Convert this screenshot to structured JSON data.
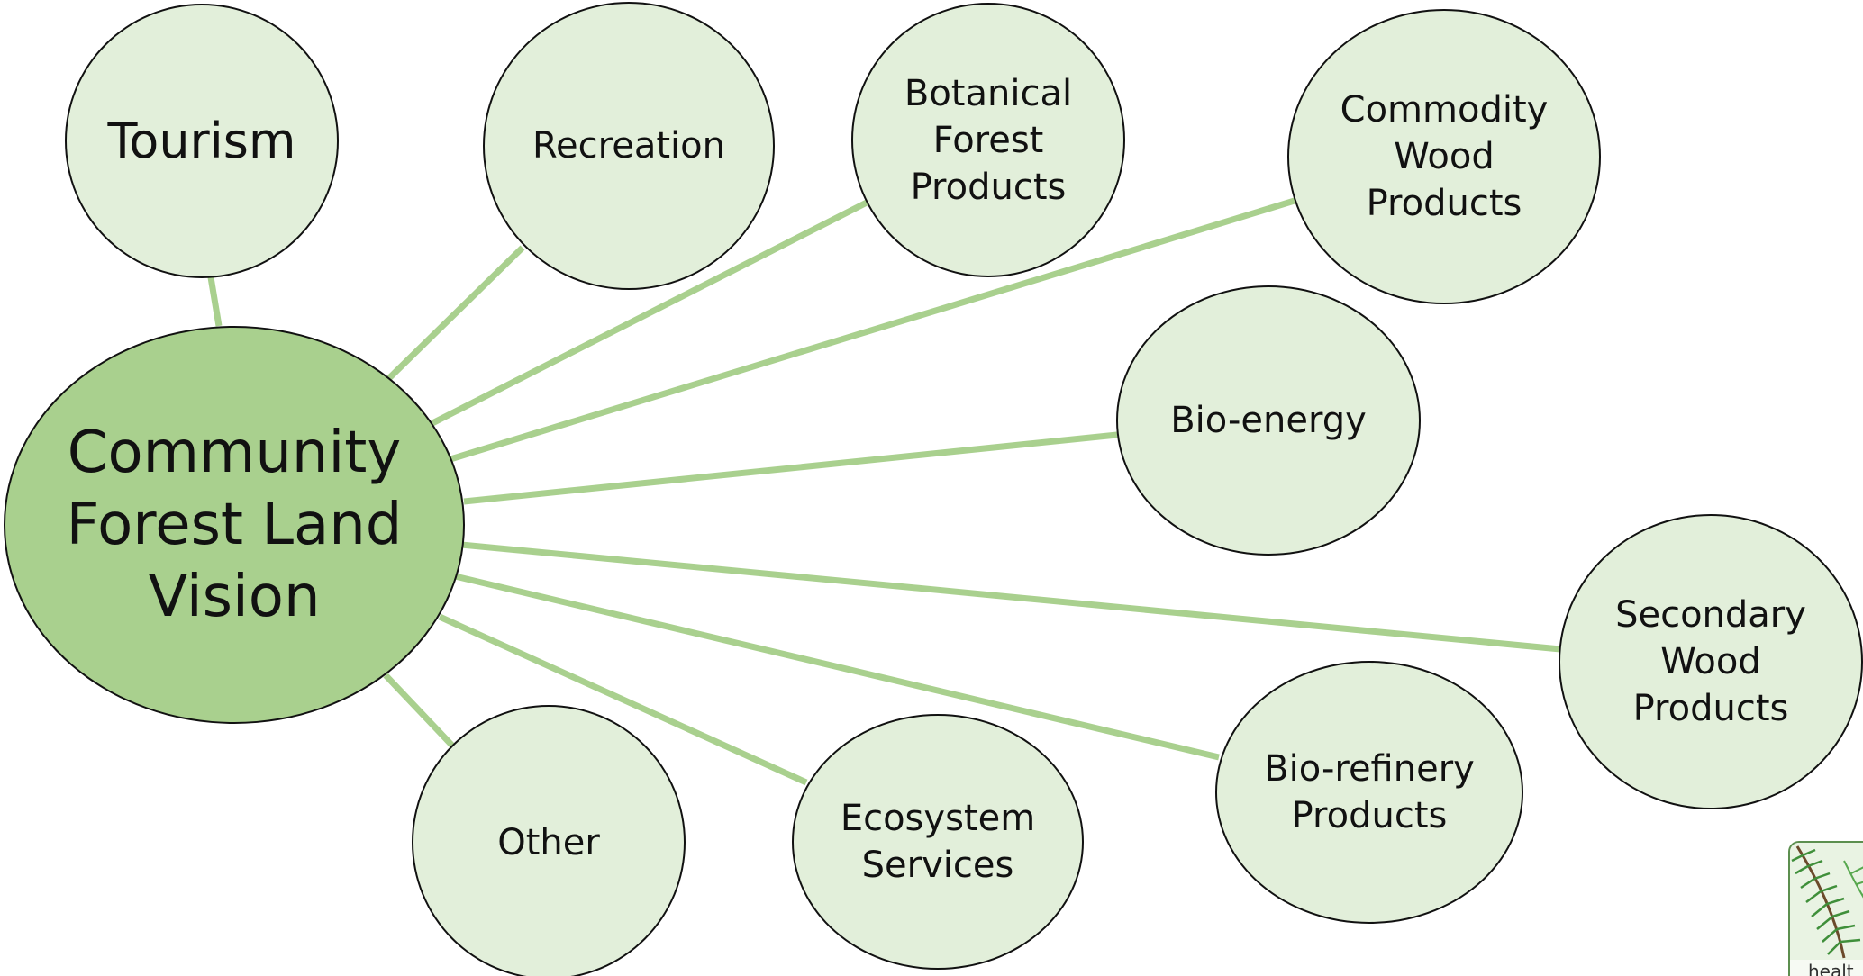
{
  "diagram": {
    "center": {
      "id": "community-forest-land-vision",
      "label": "Community\nForest Land\nVision",
      "fill": "#a9d08e"
    },
    "branch_fill": "#e2efda",
    "connector_color": "#a9d08e",
    "outline_color": "#111111",
    "branches": [
      {
        "id": "tourism",
        "label": "Tourism"
      },
      {
        "id": "recreation",
        "label": "Recreation"
      },
      {
        "id": "botanical-forest-products",
        "label": "Botanical\nForest\nProducts"
      },
      {
        "id": "commodity-wood-products",
        "label": "Commodity\nWood\nProducts"
      },
      {
        "id": "bio-energy",
        "label": "Bio-energy"
      },
      {
        "id": "secondary-wood-products",
        "label": "Secondary\nWood\nProducts"
      },
      {
        "id": "bio-refinery-products",
        "label": "Bio-refinery\nProducts"
      },
      {
        "id": "ecosystem-services",
        "label": "Ecosystem\nServices"
      },
      {
        "id": "other",
        "label": "Other"
      }
    ]
  },
  "logo": {
    "icon": "pine-branch-icon",
    "text": "healt"
  }
}
